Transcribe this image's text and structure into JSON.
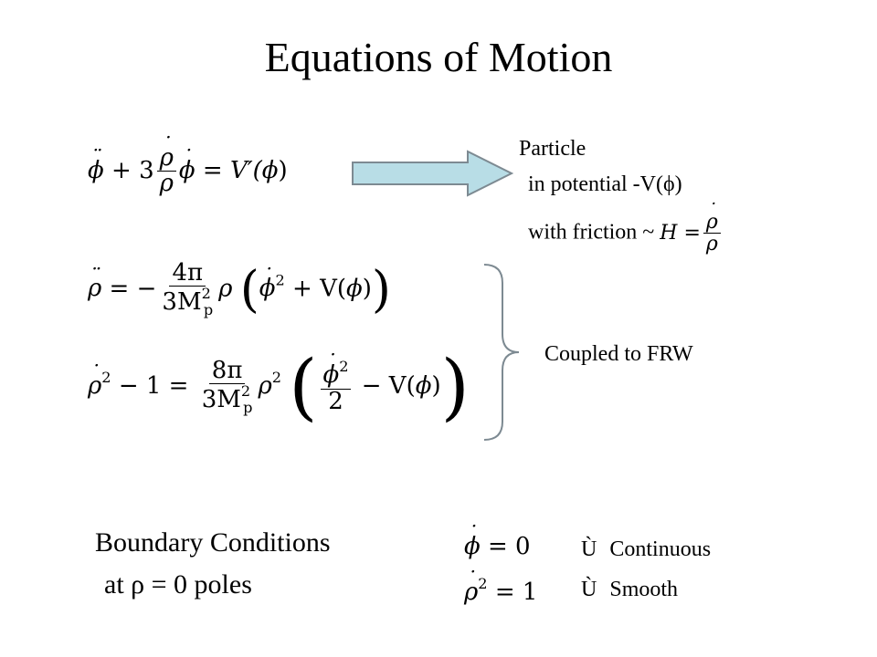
{
  "title": "Equations of Motion",
  "equations": {
    "eq1": {
      "lhs_term3": "3",
      "equals": "=",
      "rhs": "V′(",
      "rhs_end": ")"
    },
    "eq2": {
      "coef_num": "4π",
      "coef_den_a": "3M",
      "coef_den_sup": "2",
      "coef_den_sub": "p",
      "sq": "2",
      "plus": "+ V(",
      "close": ")"
    },
    "eq3": {
      "lhs_a": "2",
      "lhs_b": "− 1 =",
      "coef_num": "8π",
      "coef_den_a": "3M",
      "coef_den_sup": "2",
      "coef_den_sub": "p",
      "sq": "2",
      "half_den": "2",
      "minus": "− V(",
      "close": ")"
    }
  },
  "particle": {
    "line1": "Particle",
    "line2": "in potential -V(ϕ)",
    "line3": "with friction ~",
    "h_label": "H ="
  },
  "coupled_label": "Coupled to FRW",
  "boundary": {
    "line1": "Boundary Conditions",
    "line2": "at ρ = 0 poles",
    "cond1": "= 0",
    "cond2_sq": "2",
    "cond2": "= 1",
    "bullet_mark": "Ù",
    "items": [
      "Continuous",
      "Smooth"
    ]
  },
  "colors": {
    "arrow_fill": "#b8dde6",
    "arrow_stroke": "#7d8a92",
    "brace": "#7d8a92"
  }
}
